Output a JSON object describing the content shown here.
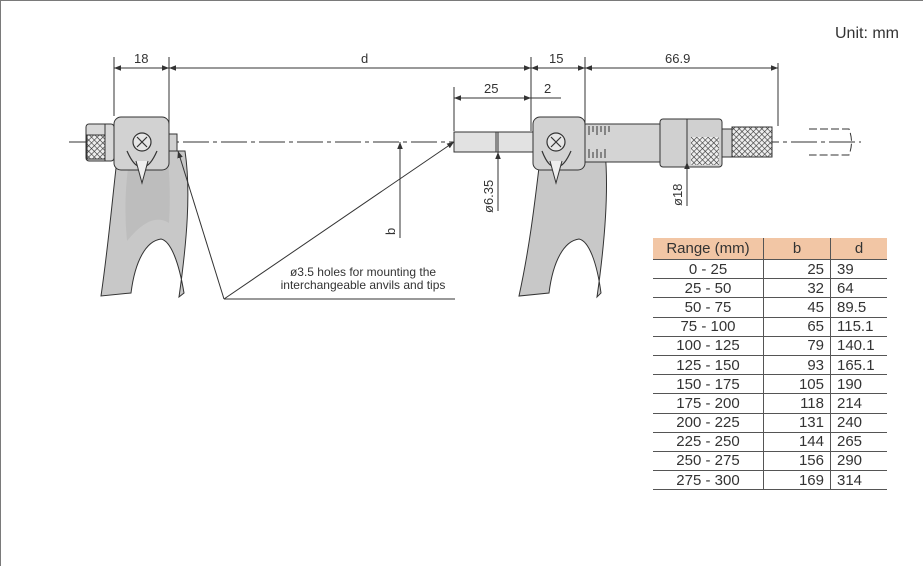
{
  "unit_label": "Unit: mm",
  "dimensions": {
    "left_frame_width": "18",
    "main_span": "d",
    "spindle_length": "25",
    "spindle_gap": "2",
    "right_frame_width": "15",
    "head_length": "66.9",
    "spindle_diameter": "ø6.35",
    "sleeve_diameter": "ø18",
    "frame_height": "b"
  },
  "note": {
    "line1": "ø3.5 holes for mounting the",
    "line2": "interchangeable anvils and tips"
  },
  "table": {
    "headers": [
      "Range (mm)",
      "b",
      "d"
    ],
    "rows": [
      [
        "0 - 25",
        "25",
        "39"
      ],
      [
        "25 - 50",
        "32",
        "64"
      ],
      [
        "50 - 75",
        "45",
        "89.5"
      ],
      [
        "75 - 100",
        "65",
        "115.1"
      ],
      [
        "100 - 125",
        "79",
        "140.1"
      ],
      [
        "125 - 150",
        "93",
        "165.1"
      ],
      [
        "150 - 175",
        "105",
        "190"
      ],
      [
        "175 - 200",
        "118",
        "214"
      ],
      [
        "200 - 225",
        "131",
        "240"
      ],
      [
        "225 - 250",
        "144",
        "265"
      ],
      [
        "250 - 275",
        "156",
        "290"
      ],
      [
        "275 - 300",
        "169",
        "314"
      ]
    ]
  },
  "colors": {
    "header_fill": "#f2c6a5",
    "frame_fill": "#c8c8c8",
    "line": "#333333"
  }
}
